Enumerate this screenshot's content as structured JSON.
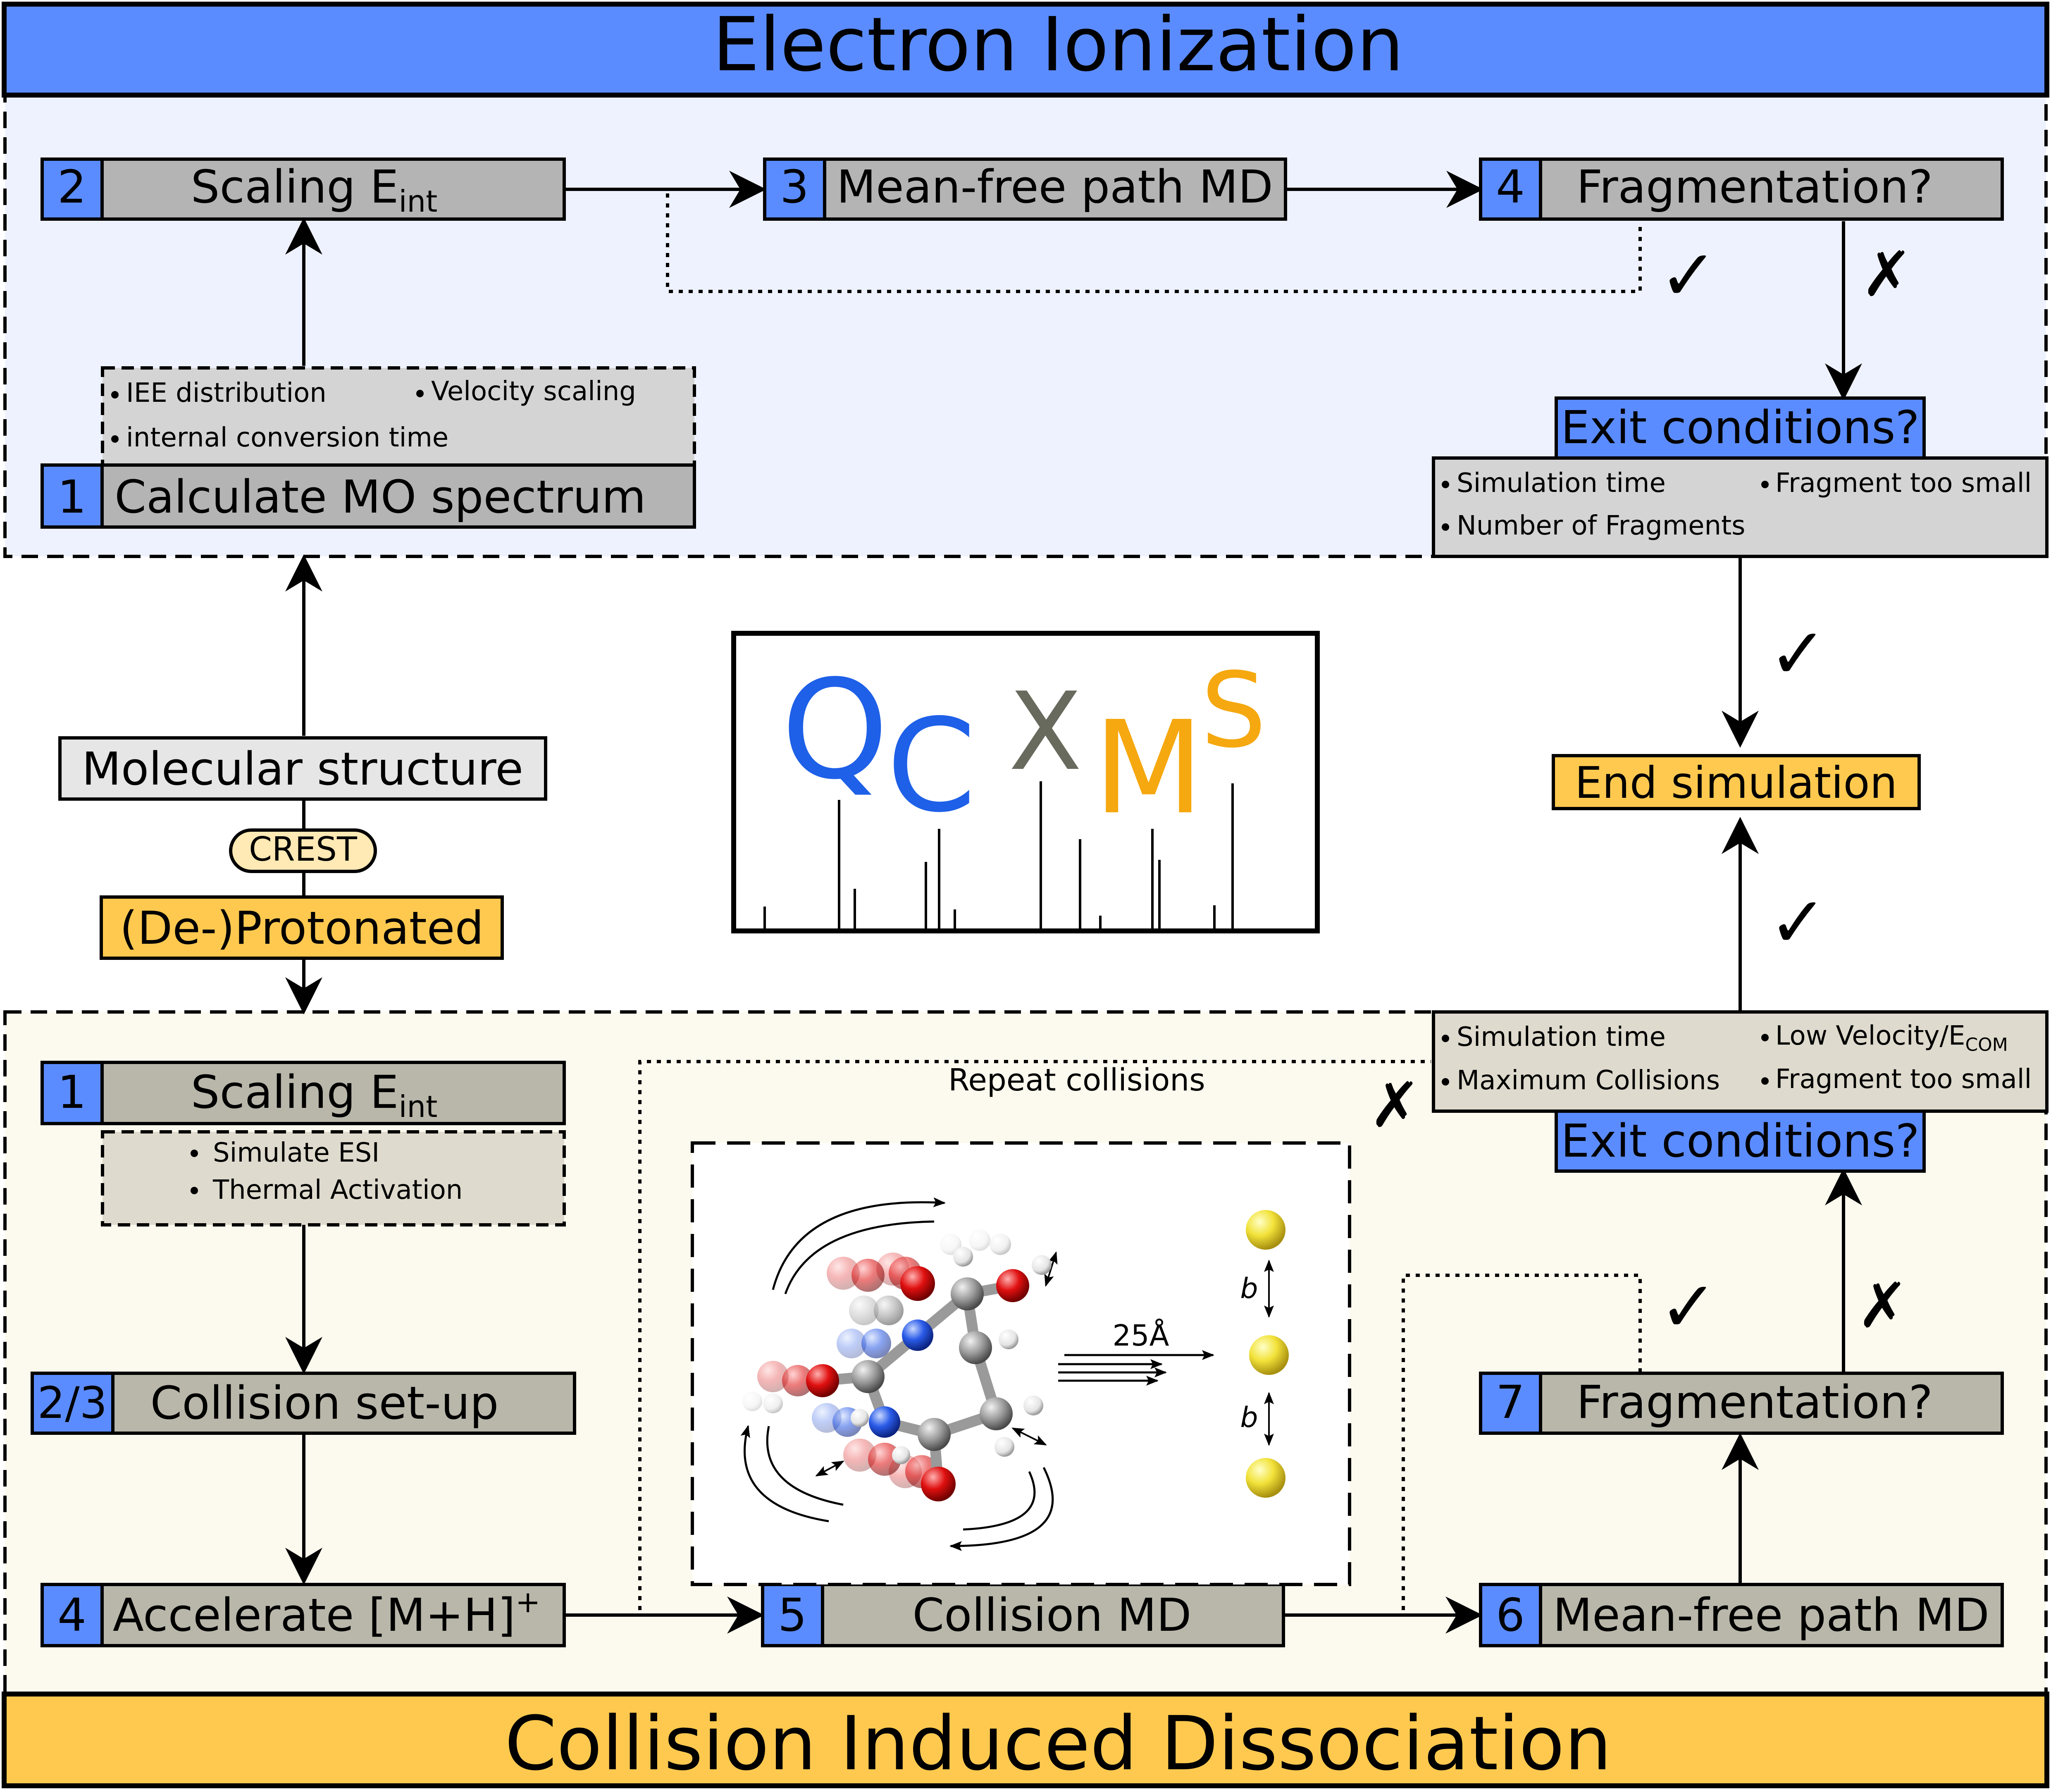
{
  "banners": {
    "top": "Electron Ionization",
    "bottom": "Collision Induced Dissociation"
  },
  "colors": {
    "blue": "#5b8cff",
    "orange": "#ffc94f",
    "grey_box": "#b4b4b4",
    "grey_box_cid": "#b9b7aa",
    "note_grey": "#d4d4d4",
    "note_cid": "#dedacd",
    "ei_background": "#eef2fe",
    "cid_background": "#fcf9ee",
    "logo_blue": "#1e60e8",
    "logo_grey": "#686a5e",
    "logo_orange": "#f5a80f"
  },
  "ei": {
    "step1": {
      "num": "1",
      "label": "Calculate MO spectrum"
    },
    "step2": {
      "num": "2",
      "label_main": "Scaling E",
      "label_sub": "int"
    },
    "step3": {
      "num": "3",
      "label": "Mean-free path MD"
    },
    "step4": {
      "num": "4",
      "label": "Fragmentation?"
    },
    "note": {
      "b1": "IEE distribution",
      "b2": "Velocity scaling",
      "b3": "internal conversion time"
    },
    "exit": {
      "label": "Exit conditions?",
      "b1": "Simulation time",
      "b2": "Fragment too small",
      "b3": "Number of Fragments"
    },
    "check": "✓",
    "cross": "✗"
  },
  "middle": {
    "molecular_structure": "Molecular structure",
    "crest": "CREST",
    "deprotonated": "(De-)Protonated",
    "end_simulation": "End simulation",
    "check1": "✓",
    "check2": "✓",
    "logo": {
      "q": "Q",
      "c": "C",
      "x": "X",
      "m": "M",
      "s": "S"
    }
  },
  "cid": {
    "step1": {
      "num": "1",
      "label_main": "Scaling E",
      "label_sub": "int"
    },
    "note": {
      "b1": "Simulate ESI",
      "b2": "Thermal Activation"
    },
    "step23": {
      "num": "2/3",
      "label": "Collision set-up"
    },
    "step4": {
      "num": "4",
      "label_main": "Accelerate [M+H]",
      "label_sup": "+"
    },
    "step5": {
      "num": "5",
      "label": "Collision MD"
    },
    "step6": {
      "num": "6",
      "label": "Mean-free path MD"
    },
    "step7": {
      "num": "7",
      "label": "Fragmentation?"
    },
    "repeat": "Repeat collisions",
    "repeat_cross": "✗",
    "exit": {
      "label": "Exit conditions?",
      "b1": "Simulation time",
      "b2_main": "Low Velocity/E",
      "b2_sub": "COM",
      "b3": "Maximum Collisions",
      "b4": "Fragment too small"
    },
    "check": "✓",
    "cross": "✗",
    "illustration": {
      "distance": "25Å",
      "b1": "b",
      "b2": "b"
    }
  }
}
